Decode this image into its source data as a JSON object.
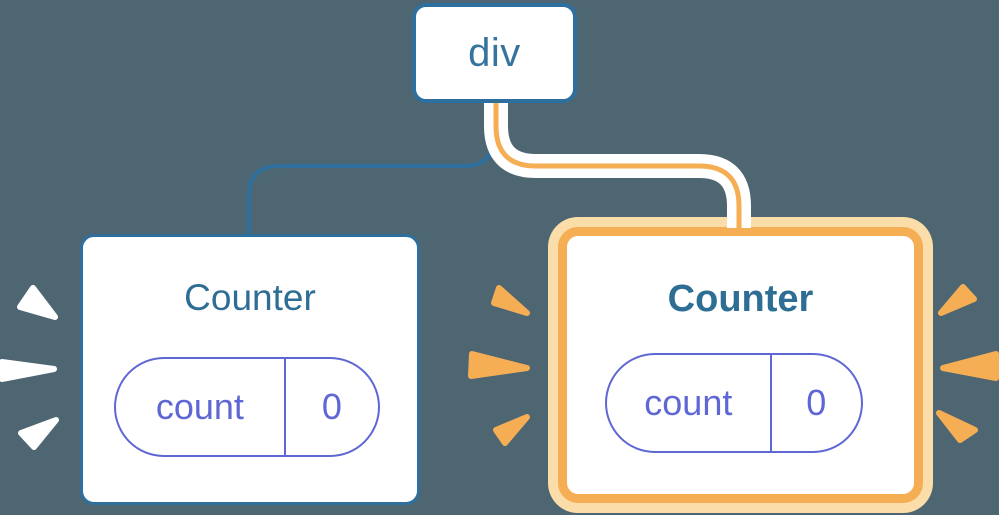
{
  "diagram": {
    "root": {
      "label": "div"
    },
    "children": [
      {
        "title": "Counter",
        "state_key": "count",
        "state_value": "0",
        "highlighted": false
      },
      {
        "title": "Counter",
        "state_key": "count",
        "state_value": "0",
        "highlighted": true
      }
    ]
  },
  "colors": {
    "background": "#4D6672",
    "card_fill": "#FFFFFF",
    "blue_border": "#2E6F9E",
    "blue_text": "#35749E",
    "title_blue": "#2E6D94",
    "state_purple": "#5E67D3",
    "highlight_orange": "#F6AE55",
    "highlight_peach": "#FBDDA9",
    "edge_casing": "#FFFFFF",
    "spark_white": "#FFFFFF"
  }
}
